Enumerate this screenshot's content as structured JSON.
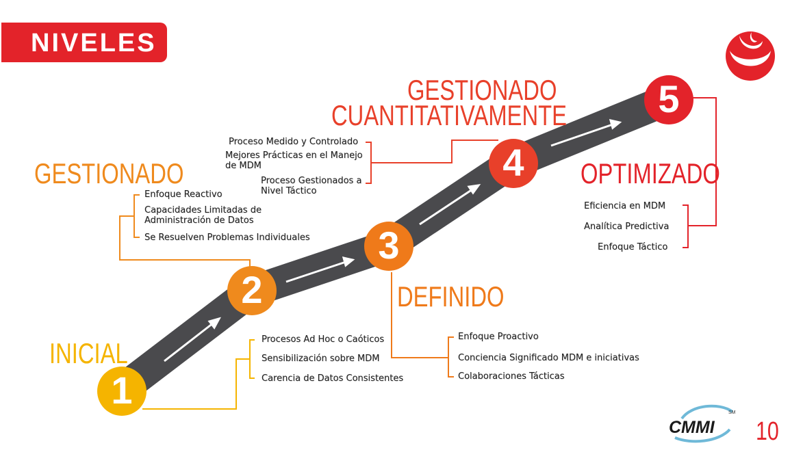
{
  "header": {
    "title": "NIVELES"
  },
  "levels": [
    {
      "number": "1",
      "title": "INICIAL",
      "color": "#f5b400",
      "items": [
        "Procesos Ad Hoc o Caóticos",
        "Sensibilización sobre MDM",
        "Carencia de Datos Consistentes"
      ]
    },
    {
      "number": "2",
      "title": "GESTIONADO",
      "color": "#ef8a1d",
      "items": [
        "Enfoque Reactivo",
        "Capacidades Limitadas de Administración de Datos",
        "Se Resuelven Problemas Individuales"
      ]
    },
    {
      "number": "3",
      "title": "DEFINIDO",
      "color": "#ef7a1a",
      "items": [
        "Enfoque Proactivo",
        "Conciencia Significado MDM e iniciativas",
        "Colaboraciones Tácticas"
      ]
    },
    {
      "number": "4",
      "title_line1": "GESTIONADO",
      "title_line2": "CUANTITATIVAMENTE",
      "color": "#e8402a",
      "items": [
        "Proceso Medido y Controlado",
        "Mejores Prácticas en el Manejo de MDM",
        "Proceso Gestionados a Nivel Táctico"
      ]
    },
    {
      "number": "5",
      "title": "OPTIMIZADO",
      "color": "#e3232a",
      "items": [
        "Eficiencia en MDM",
        "Analítica Predictiva",
        "Enfoque Táctico"
      ]
    }
  ],
  "footer": {
    "cmmi_logo_text": "CMMI",
    "cmmi_sm": "SM",
    "page_number": "10"
  },
  "logo": "upc-flame-logo"
}
